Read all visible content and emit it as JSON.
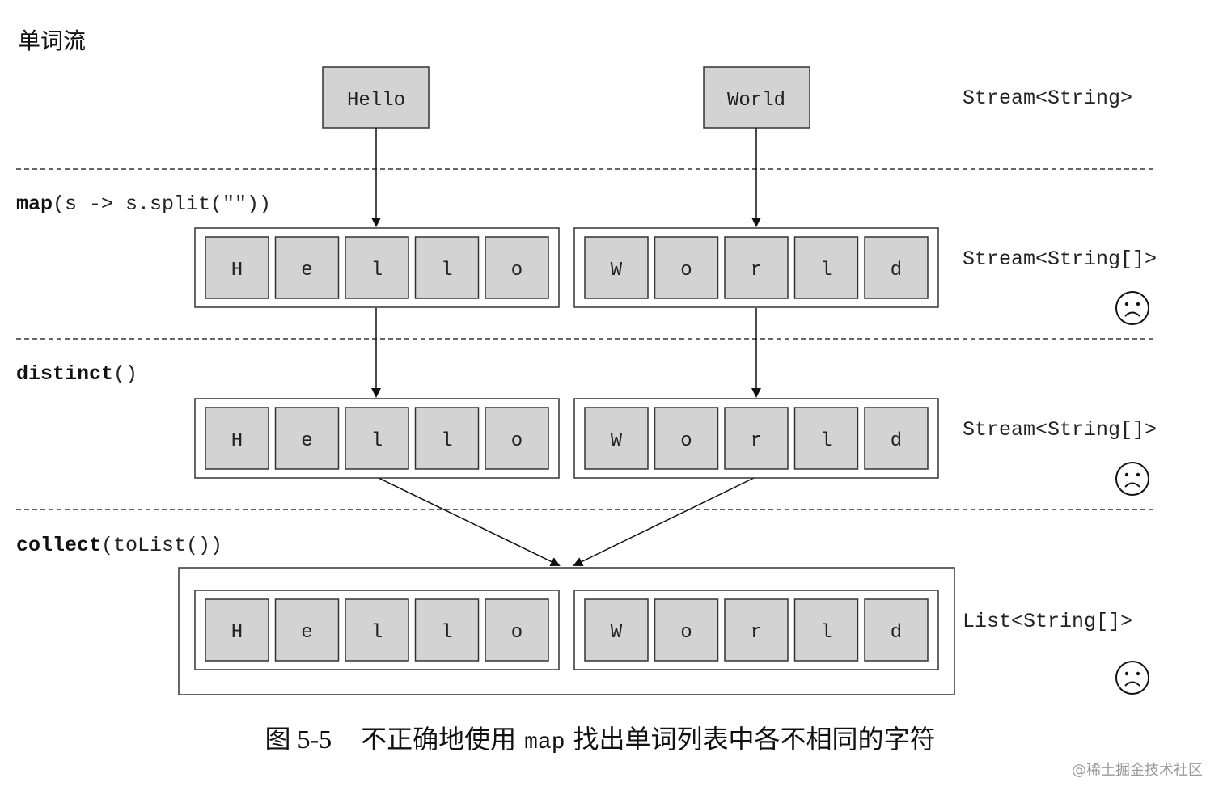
{
  "title": "单词流",
  "words": [
    "Hello",
    "World"
  ],
  "stages": [
    {
      "operation": {
        "method": "map",
        "args": "(s -> s.split(\"\"))"
      },
      "type": "Stream<String[]>",
      "groups": [
        [
          "H",
          "e",
          "l",
          "l",
          "o"
        ],
        [
          "W",
          "o",
          "r",
          "l",
          "d"
        ]
      ],
      "face": "sad"
    },
    {
      "operation": {
        "method": "distinct",
        "args": "()"
      },
      "type": "Stream<String[]>",
      "groups": [
        [
          "H",
          "e",
          "l",
          "l",
          "o"
        ],
        [
          "W",
          "o",
          "r",
          "l",
          "d"
        ]
      ],
      "face": "sad"
    },
    {
      "operation": {
        "method": "collect",
        "args": "(toList())"
      },
      "type": "List<String[]>",
      "groups": [
        [
          "H",
          "e",
          "l",
          "l",
          "o"
        ],
        [
          "W",
          "o",
          "r",
          "l",
          "d"
        ]
      ],
      "face": "sad"
    }
  ],
  "top_type": "Stream<String>",
  "caption": {
    "figure": "图 5-5",
    "text_before": "不正确地使用",
    "code": "map",
    "text_after": "找出单词列表中各不相同的字符"
  },
  "watermark": "@稀土掘金技术社区",
  "colors": {
    "cell_fill": "#d3d3d3",
    "stroke": "#333333",
    "text": "#222222"
  }
}
